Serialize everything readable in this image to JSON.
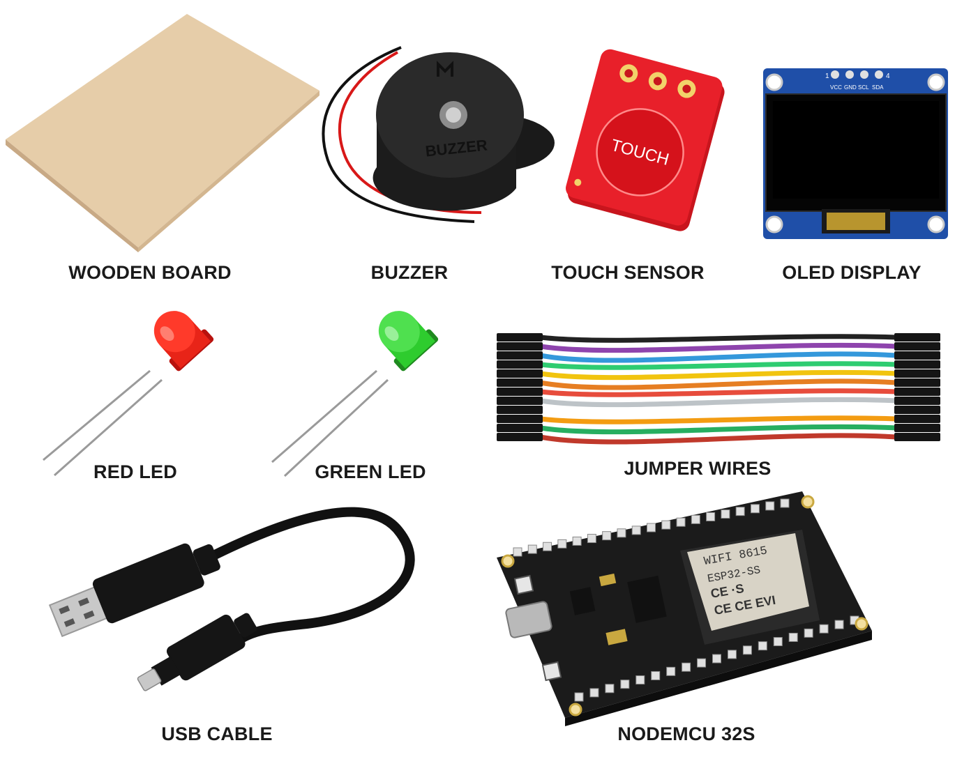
{
  "components": [
    {
      "key": "wooden_board",
      "label": "WOODEN BOARD"
    },
    {
      "key": "buzzer",
      "label": "BUZZER",
      "marking": "BUZZER"
    },
    {
      "key": "touch_sensor",
      "label": "TOUCH SENSOR",
      "marking": "TOUCH"
    },
    {
      "key": "oled_display",
      "label": "OLED DISPLAY",
      "pins": [
        "VCC",
        "GND",
        "SCL",
        "SDA"
      ],
      "pin_first": "1",
      "pin_last": "4"
    },
    {
      "key": "red_led",
      "label": "RED LED"
    },
    {
      "key": "green_led",
      "label": "GREEN LED"
    },
    {
      "key": "jumper_wires",
      "label": "JUMPER WIRES"
    },
    {
      "key": "usb_cable",
      "label": "USB CABLE"
    },
    {
      "key": "nodemcu",
      "label": "NODEMCU 32S",
      "module_line1": "WIFI 8615",
      "module_line2": "ESP32-SS",
      "module_line3": "CE ·S",
      "module_line4": "CE CE EVI"
    }
  ],
  "colors": {
    "wood": "#e3c9a6",
    "red_pcb": "#e8202a",
    "blue_pcb": "#1f4fa8",
    "green_led": "#2ecc2e",
    "red_led": "#e82418",
    "pcb_black": "#1b1b1b"
  },
  "wire_colors": [
    "#222222",
    "#8e44ad",
    "#3498db",
    "#2ecc71",
    "#f1c40f",
    "#e67e22",
    "#e74c3c",
    "#bdc3c7",
    "#ffffff",
    "#f39c12",
    "#27ae60",
    "#c0392b"
  ]
}
